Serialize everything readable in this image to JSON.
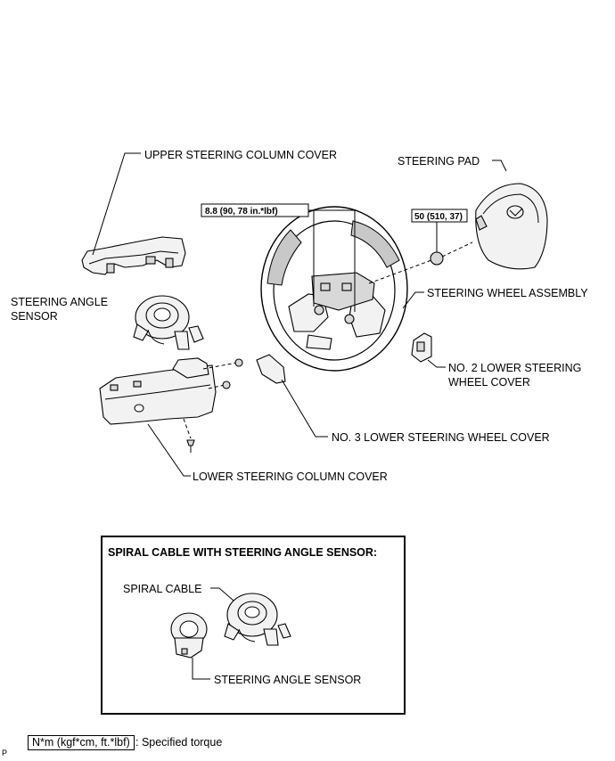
{
  "labels": {
    "upper_column_cover": "UPPER  STEERING COLUMN COVER",
    "steering_pad": "STEERING PAD",
    "angle_sensor_line1": "STEERING ANGLE",
    "angle_sensor_line2": "SENSOR",
    "wheel_assembly": "STEERING WHEEL ASSEMBLY",
    "no2_lower_line1": "NO. 2 LOWER STEERING",
    "no2_lower_line2": "WHEEL COVER",
    "no3_lower": "NO. 3 LOWER STEERING WHEEL COVER",
    "lower_column_cover": "LOWER STEERING COLUMN COVER"
  },
  "torque": {
    "screws": "8.8 (90, 78 in.*lbf)",
    "nut": "50 (510, 37)"
  },
  "inset": {
    "title": "SPIRAL CABLE WITH STEERING ANGLE SENSOR:",
    "spiral_cable": "SPIRAL CABLE",
    "angle_sensor": "STEERING ANGLE SENSOR"
  },
  "legend": {
    "unit": "N*m (kgf*cm, ft.*lbf)",
    "meaning": ": Specified torque"
  },
  "page_mark": "P"
}
